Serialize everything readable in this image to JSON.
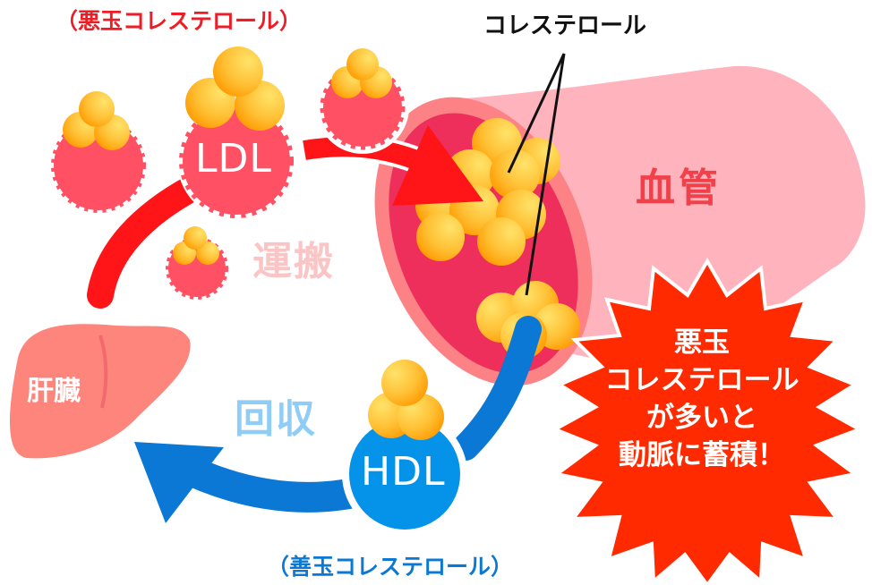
{
  "labels": {
    "ldl_title": "（悪玉コレステロール）",
    "cholesterol": "コレステロール",
    "ldl": "LDL",
    "blood_vessel": "血管",
    "transport": "運搬",
    "liver": "肝臓",
    "collect": "回収",
    "hdl": "HDL",
    "hdl_title": "（善玉コレステロール）"
  },
  "burst": {
    "line1": "悪玉",
    "line2": "コレステロール",
    "line3": "が多いと",
    "line4": "動脈に蓄積！"
  },
  "colors": {
    "ldl_red": "#ee1c25",
    "ldl_body": "#ff5064",
    "hdl_blue": "#0a78d4",
    "hdl_body": "#0493e8",
    "vessel_outer": "#ffb3bd",
    "vessel_ring": "#fc8285",
    "vessel_inner": "#ee2f5c",
    "cholesterol_orange": "#ffb02a",
    "burst_red": "#ff2a00",
    "liver": "#fe857c",
    "transport_text": "#fcc5c5",
    "collect_text": "#8fccf6"
  }
}
